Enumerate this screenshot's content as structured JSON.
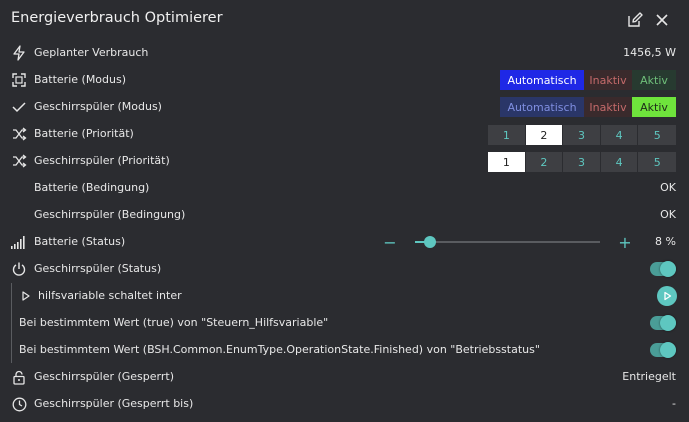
{
  "header": {
    "title": "Energieverbrauch Optimierer",
    "edit_icon": "edit-icon",
    "close_icon": "close-icon"
  },
  "colors": {
    "accent": "#5ec7c0",
    "auto_active": "#1f28e6",
    "auto_inactive": "#2a3668",
    "inaktiv_bg": "#3a2a2c",
    "aktiv_active": "#6fe33c",
    "aktiv_inactive": "#273a30"
  },
  "rows": {
    "verbrauch": {
      "icon": "lightning-icon",
      "label": "Geplanter Verbrauch",
      "value": "1456,5 W"
    },
    "batterie_modus": {
      "icon": "expand-icon",
      "label": "Batterie (Modus)",
      "options": [
        "Automatisch",
        "Inaktiv",
        "Aktiv"
      ],
      "selected": "Automatisch"
    },
    "spueler_modus": {
      "icon": "check-icon",
      "label": "Geschirrspüler (Modus)",
      "options": [
        "Automatisch",
        "Inaktiv",
        "Aktiv"
      ],
      "selected": "Aktiv"
    },
    "batterie_prio": {
      "icon": "shuffle-icon",
      "label": "Batterie (Priorität)",
      "options": [
        "1",
        "2",
        "3",
        "4",
        "5"
      ],
      "selected": "2"
    },
    "spueler_prio": {
      "icon": "shuffle-icon",
      "label": "Geschirrspüler (Priorität)",
      "options": [
        "1",
        "2",
        "3",
        "4",
        "5"
      ],
      "selected": "1"
    },
    "batterie_bed": {
      "label": "Batterie (Bedingung)",
      "value": "OK"
    },
    "spueler_bed": {
      "label": "Geschirrspüler (Bedingung)",
      "value": "OK"
    },
    "batterie_status": {
      "icon": "signal-bars-icon",
      "label": "Batterie (Status)",
      "value": "8 %",
      "level_percent": 8,
      "minus": "−",
      "plus": "+"
    },
    "spueler_status": {
      "icon": "power-icon",
      "label": "Geschirrspüler (Status)",
      "on": true
    },
    "hilfsvariable": {
      "icon": "caret-right-icon",
      "label": "hilfsvariable schaltet inter",
      "action_icon": "play-icon"
    },
    "wert_true": {
      "label": "Bei bestimmtem Wert (true) von \"Steuern_Hilfsvariable\"",
      "on": true
    },
    "wert_finished": {
      "label": "Bei bestimmtem Wert (BSH.Common.EnumType.OperationState.Finished) von \"Betriebsstatus\"",
      "on": true
    },
    "gesperrt": {
      "icon": "lock-icon",
      "label": "Geschirrspüler (Gesperrt)",
      "value": "Entriegelt"
    },
    "gesperrt_bis": {
      "icon": "clock-icon",
      "label": "Geschirrspüler (Gesperrt bis)",
      "value": "-"
    }
  }
}
